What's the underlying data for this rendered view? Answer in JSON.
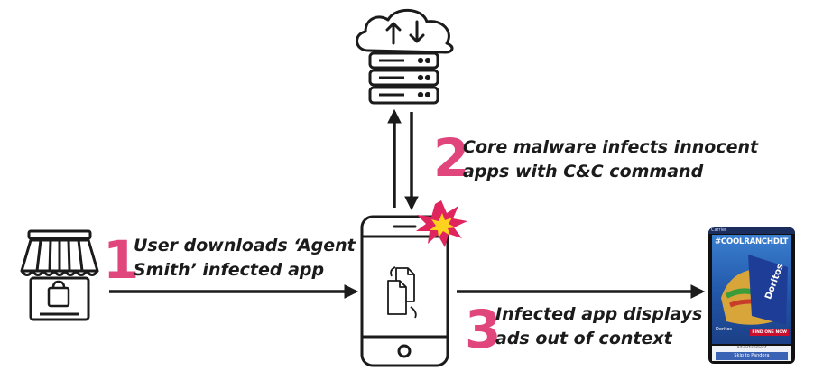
{
  "steps": [
    {
      "number": "1",
      "lines": [
        "User downloads ‘Agent",
        "Smith’ infected app"
      ]
    },
    {
      "number": "2",
      "lines": [
        "Core malware infects innocent",
        "apps with C&C command"
      ]
    },
    {
      "number": "3",
      "lines": [
        "Infected app displays",
        "ads out of context"
      ]
    }
  ],
  "ad": {
    "carrier": "Carrier",
    "title": "#COOLRANCHDLT",
    "small_text": "Doritos",
    "cta": "FIND ONE NOW",
    "bar_label": "Advertisement",
    "skip_label": "Skip to Pandora"
  },
  "colors": {
    "accent": "#e0457b",
    "stroke": "#1b1b1b",
    "burst_red": "#e0245e",
    "burst_yellow": "#ffd21f"
  },
  "icons": [
    "cloud-upload-download-icon",
    "server-icon",
    "store-icon",
    "shopping-bag-icon",
    "smartphone-icon",
    "copy-files-icon",
    "explosion-icon"
  ]
}
